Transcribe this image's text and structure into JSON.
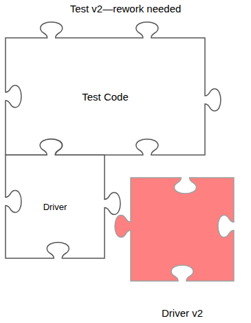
{
  "diagram": {
    "title": "Test v2—rework needed",
    "nodes": [
      {
        "text": [
          "Test Code"
        ]
      },
      {
        "text": [
          "Driver"
        ]
      },
      {
        "text": [
          "Driver v2"
        ]
      }
    ]
  }
}
